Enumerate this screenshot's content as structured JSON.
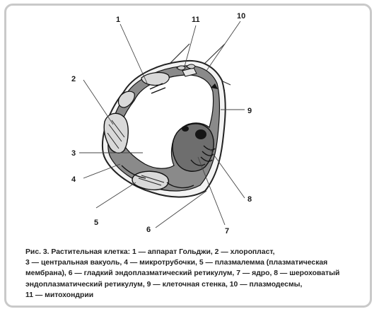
{
  "figure": {
    "labels": {
      "n1": "1",
      "n2": "2",
      "n3": "3",
      "n4": "4",
      "n5": "5",
      "n6": "6",
      "n7": "7",
      "n8": "8",
      "n9": "9",
      "n10": "10",
      "n11": "11"
    }
  },
  "caption": {
    "line1": "Рис. 3. Растительная клетка: 1 — аппарат Гольджи, 2 — хлоропласт,",
    "line2": "3 — центральная вакуоль, 4 — микротрубочки, 5 — плазмалемма (плазматическая",
    "line3": "мембрана), 6 — гладкий эндоплазматический ретикулум, 7 — ядро, 8 — шероховатый",
    "line4": "эндоплазматический ретикулум, 9 — клеточная стенка, 10 — плазмодесмы,",
    "line5": "11 — митохондрии"
  }
}
